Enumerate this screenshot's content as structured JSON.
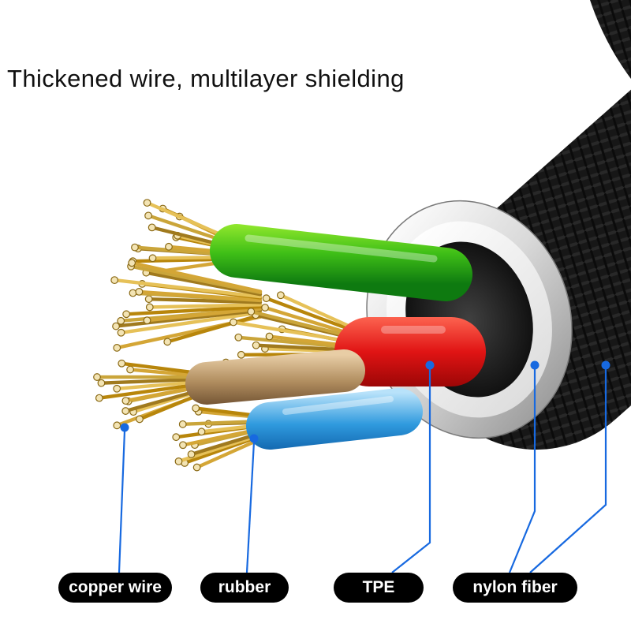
{
  "title": "Thickened wire, multilayer shielding",
  "callouts": [
    {
      "label": "copper wire"
    },
    {
      "label": "rubber"
    },
    {
      "label": "TPE"
    },
    {
      "label": "nylon fiber"
    }
  ],
  "colors": {
    "accent_blue": "#1769e0",
    "pill_background": "#000000",
    "pill_text": "#ffffff",
    "copper": "#d4a636",
    "nylon_sheath": "#171717",
    "tpe_jacket": "#f5f5f5",
    "wire_green": "#3fbf17",
    "wire_red": "#e01414",
    "wire_blue": "#2f9ade",
    "wire_tan": "#b08d5f"
  }
}
